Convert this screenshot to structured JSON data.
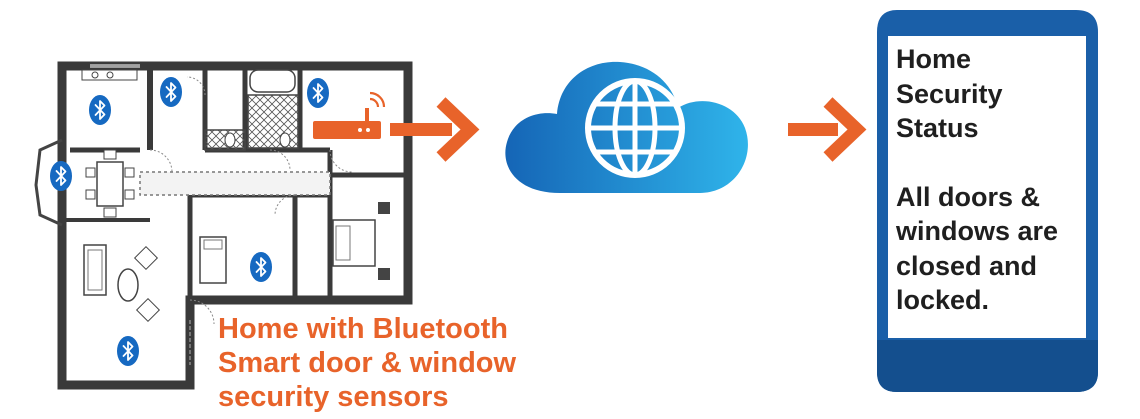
{
  "house": {
    "caption_lines": [
      "Home with Bluetooth",
      "Smart door & window",
      "security sensors"
    ]
  },
  "phone": {
    "title_lines": [
      "Home",
      "Security",
      "Status"
    ],
    "message_lines": [
      "All doors &",
      "windows are",
      "closed and",
      "locked."
    ]
  },
  "icons": {
    "sensor": "bluetooth-icon",
    "gateway": "router-icon",
    "cloud": "cloud-globe-icon",
    "device": "smartphone-icon"
  },
  "colors": {
    "accent_orange": "#e8632a",
    "bluetooth_blue": "#1669c1",
    "cloud_light": "#2fb4ea",
    "cloud_dark": "#1565b6",
    "phone_blue": "#1a5fa8"
  }
}
